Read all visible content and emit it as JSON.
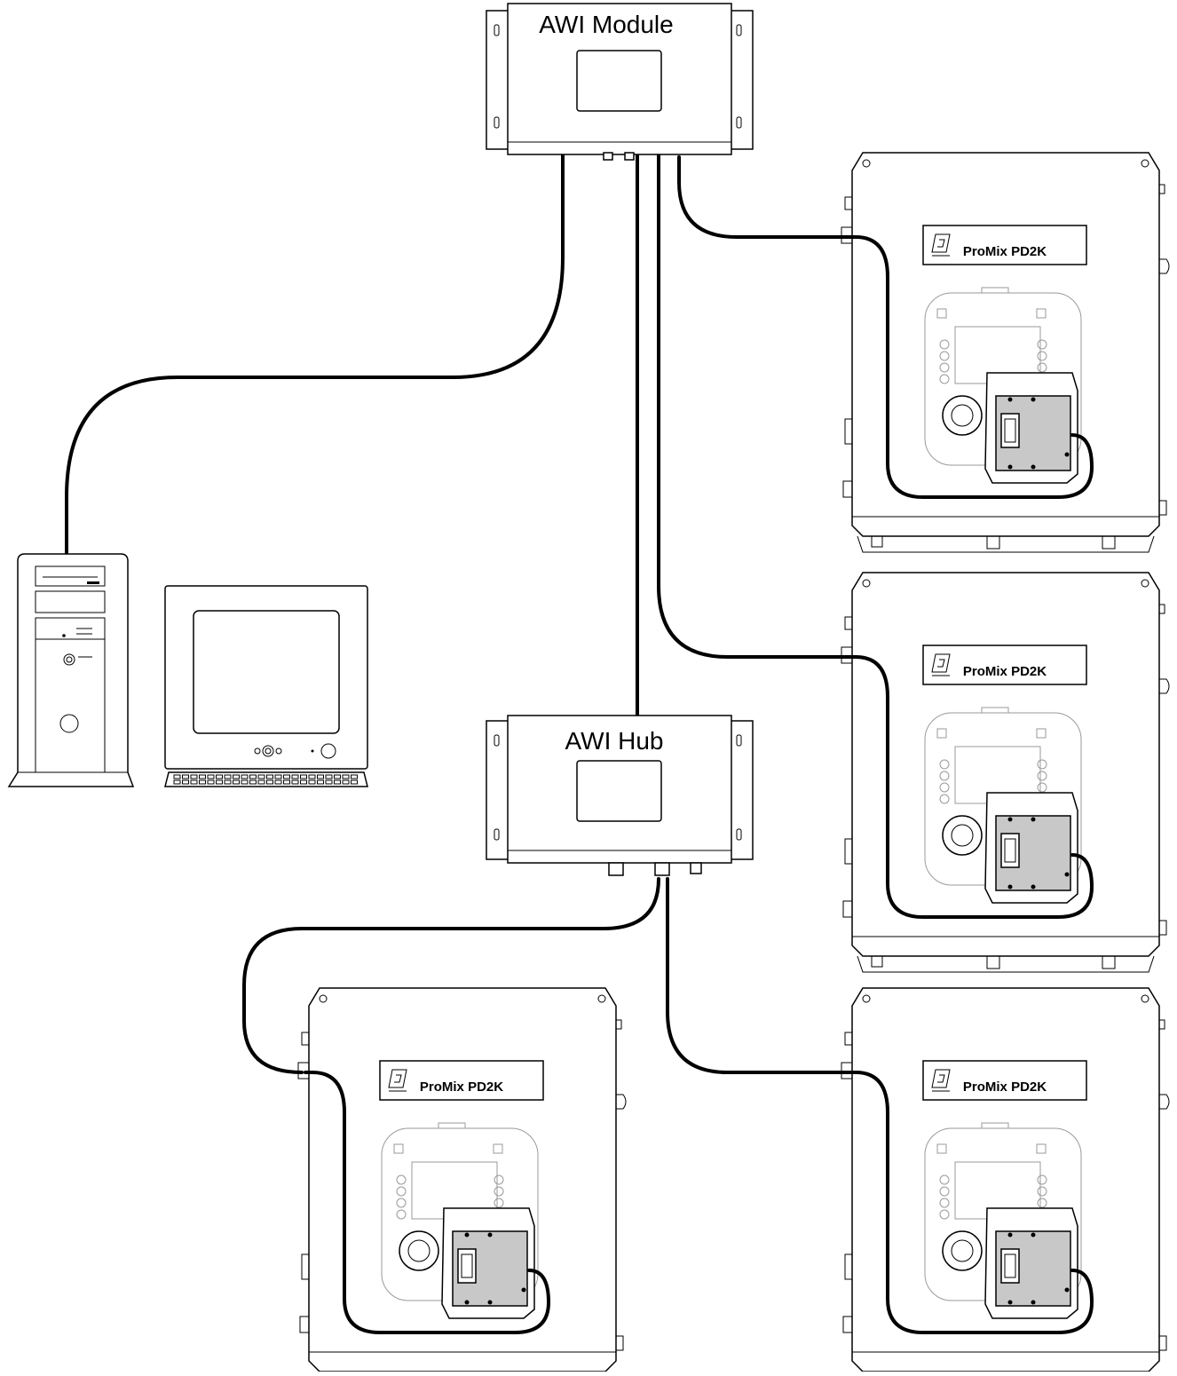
{
  "labels": {
    "module": "AWI Module",
    "hub": "AWI Hub"
  },
  "units": [
    {
      "id": "unit-top-right",
      "brand": "ProMix PD2K"
    },
    {
      "id": "unit-middle-right",
      "brand": "ProMix PD2K"
    },
    {
      "id": "unit-bottom-left",
      "brand": "ProMix PD2K"
    },
    {
      "id": "unit-bottom-right",
      "brand": "ProMix PD2K"
    }
  ],
  "colors": {
    "line": "#000000",
    "faint": "#9a9a9a",
    "panel": "#c8c8c8"
  }
}
